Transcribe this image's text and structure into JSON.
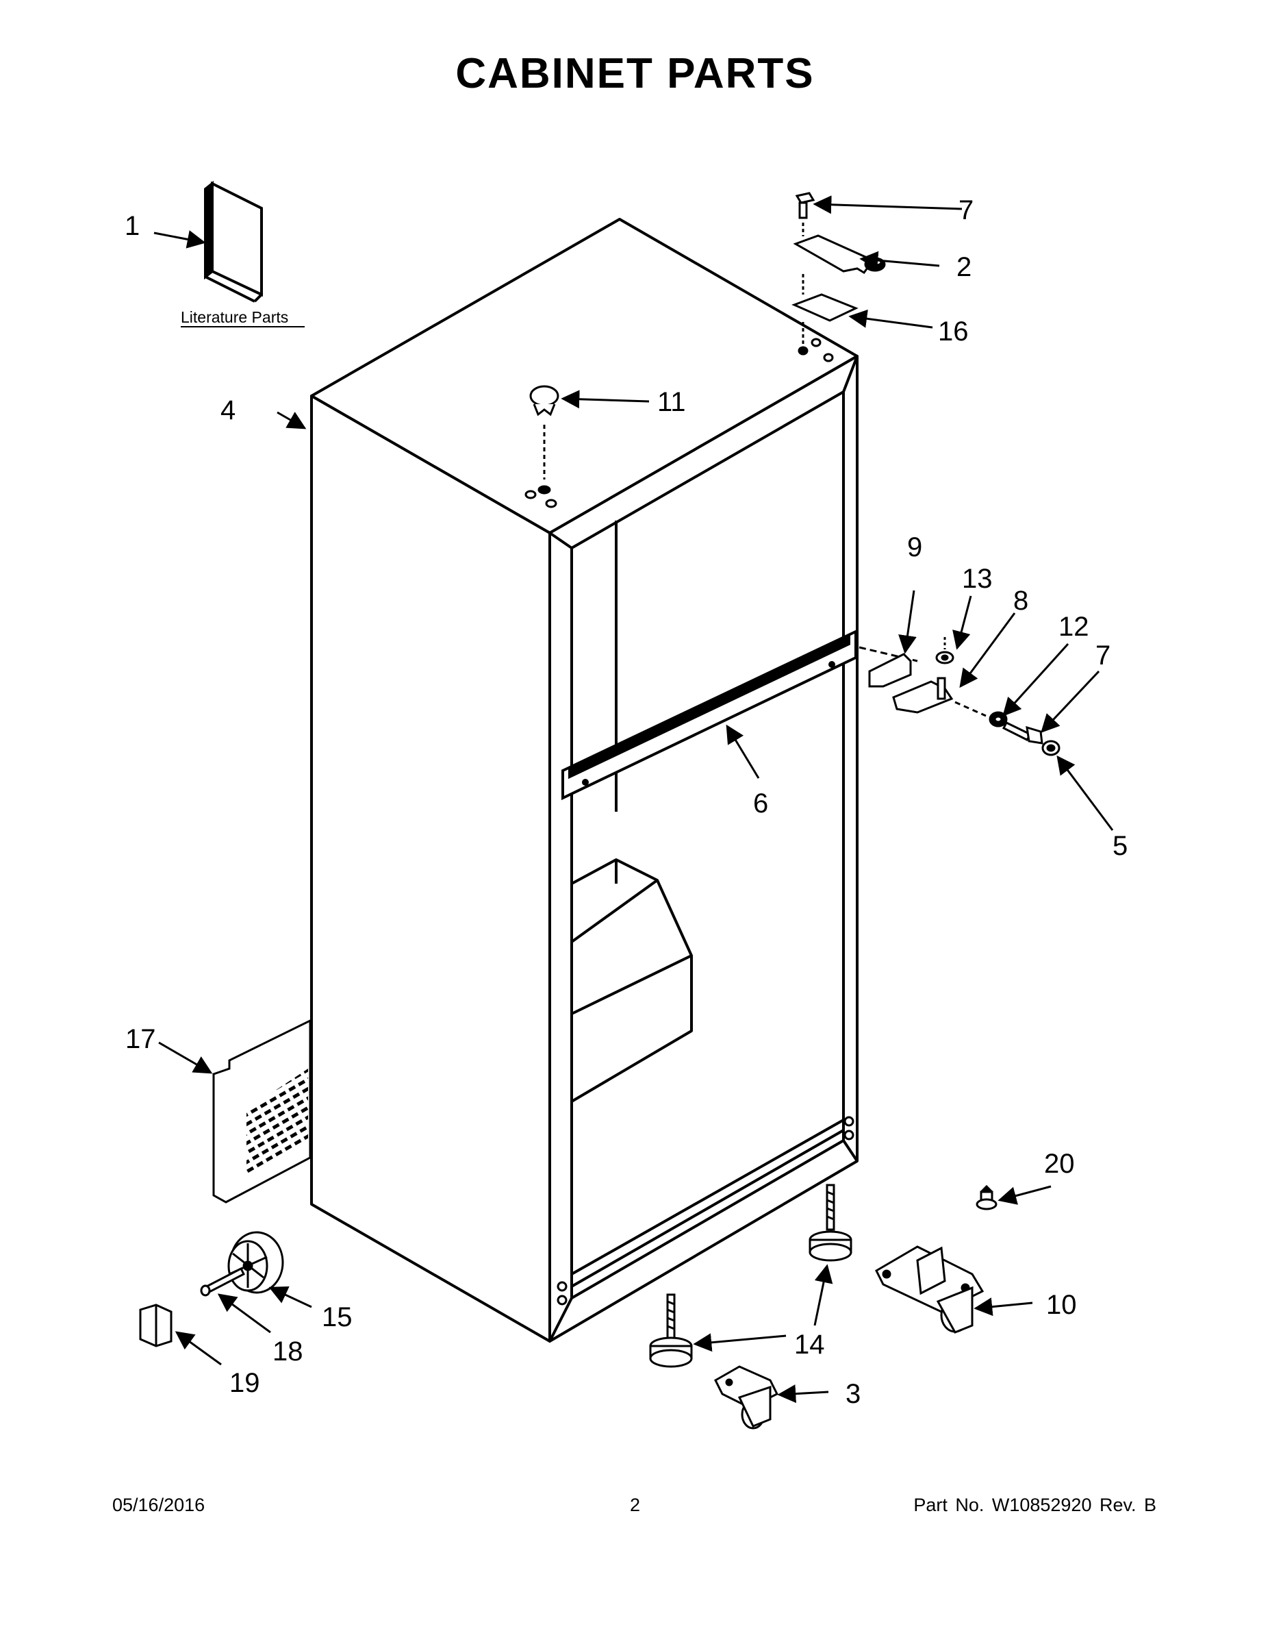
{
  "title": "CABINET PARTS",
  "literature_label": "Literature Parts",
  "callouts": {
    "c1": "1",
    "c2": "2",
    "c3": "3",
    "c4": "4",
    "c5": "5",
    "c6": "6",
    "c7a": "7",
    "c7b": "7",
    "c8": "8",
    "c9": "9",
    "c10": "10",
    "c11": "11",
    "c12": "12",
    "c13": "13",
    "c14a": "14",
    "c14b": "14",
    "c15": "15",
    "c16": "16",
    "c17": "17",
    "c18": "18",
    "c19": "19",
    "c20": "20"
  },
  "footer": {
    "date": "05/16/2016",
    "page": "2",
    "part_no": "Part No. W10852920 Rev. B"
  }
}
